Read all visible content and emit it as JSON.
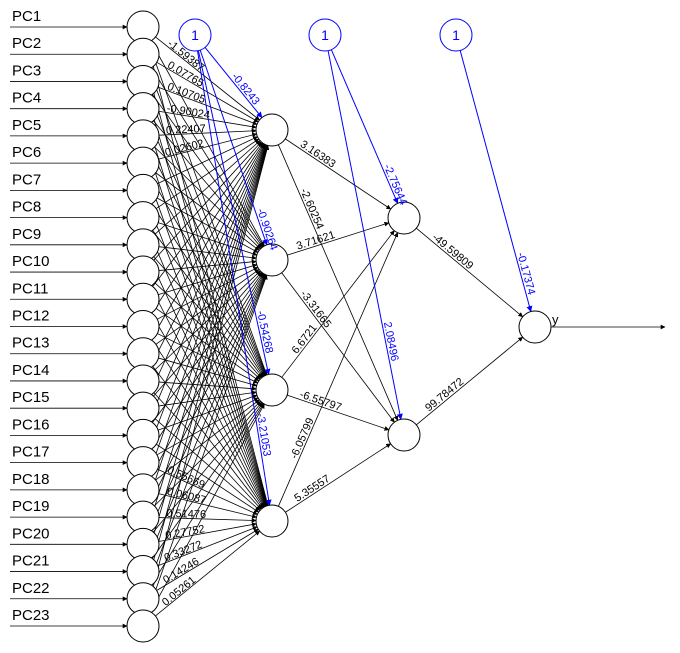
{
  "diagram": {
    "type": "neural-network",
    "inputs": [
      "PC1",
      "PC2",
      "PC3",
      "PC4",
      "PC5",
      "PC6",
      "PC7",
      "PC8",
      "PC9",
      "PC10",
      "PC11",
      "PC12",
      "PC13",
      "PC14",
      "PC15",
      "PC16",
      "PC17",
      "PC18",
      "PC19",
      "PC20",
      "PC21",
      "PC22",
      "PC23"
    ],
    "hidden_layer_1_size": 4,
    "hidden_layer_2_size": 2,
    "output": "y",
    "bias_label": "1",
    "colors": {
      "edge": "#000000",
      "bias": "#0000ff"
    },
    "visible_input_weight_labels": [
      "-1.59387",
      "0.07765",
      "0.10705",
      "-0.90024",
      "0.22407",
      "0.02602",
      "0.55669",
      "0.06087",
      "0.51476",
      "0.27752",
      "0.33272",
      "0.14246",
      "0.05261"
    ],
    "bias_weights_hidden1": [
      "-0.8243",
      "-0.90264",
      "-0.54268",
      "-3.21053"
    ],
    "hidden1_to_hidden2": [
      [
        "3.16383",
        "-2.60254"
      ],
      [
        "3.71621",
        "-3.31665"
      ],
      [
        "6.6721",
        "-6.55797"
      ],
      [
        "-6.05799",
        "5.35557"
      ]
    ],
    "bias_weights_hidden2": [
      "-2.75644",
      "2.08496"
    ],
    "hidden2_to_output": [
      "-49.59809",
      "99.78472"
    ],
    "bias_weight_output": "-0.17374"
  }
}
